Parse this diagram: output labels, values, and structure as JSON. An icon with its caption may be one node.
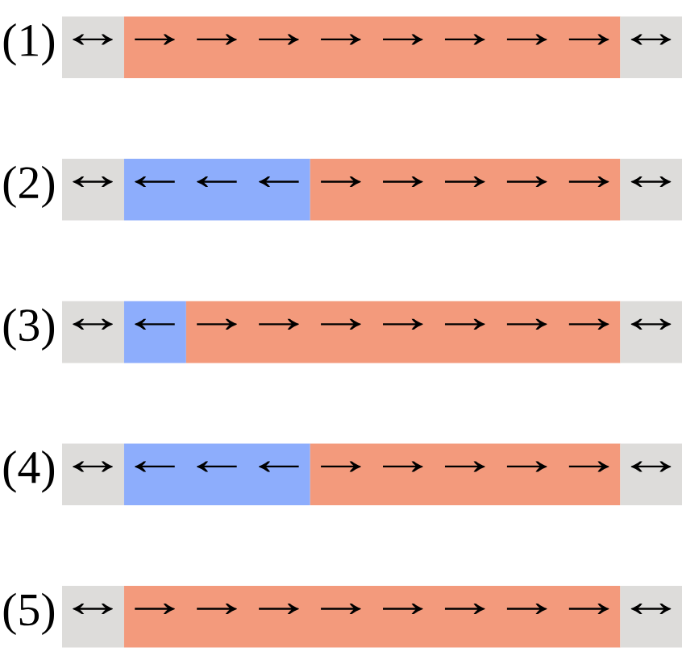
{
  "diagram": {
    "nodes": [
      {
        "text": [
          "↔"
        ]
      },
      {
        "text": [
          "→",
          "→",
          "→",
          "→",
          "→",
          "→",
          "→",
          "→"
        ]
      },
      {
        "text": [
          "↔"
        ]
      },
      {
        "text": [
          "↔"
        ]
      },
      {
        "text": [
          "←",
          "←",
          "←"
        ]
      },
      {
        "text": [
          "→",
          "→",
          "→",
          "→",
          "→"
        ]
      },
      {
        "text": [
          "↔"
        ]
      },
      {
        "text": [
          "↔"
        ]
      },
      {
        "text": [
          "←"
        ]
      },
      {
        "text": [
          "→",
          "→",
          "→",
          "→",
          "→",
          "→",
          "→"
        ]
      },
      {
        "text": [
          "↔"
        ]
      },
      {
        "text": [
          "↔"
        ]
      },
      {
        "text": [
          "←",
          "←",
          "←"
        ]
      },
      {
        "text": [
          "→",
          "→",
          "→",
          "→",
          "→"
        ]
      },
      {
        "text": [
          "↔"
        ]
      },
      {
        "text": [
          "↔"
        ]
      },
      {
        "text": [
          "→",
          "→",
          "→",
          "→",
          "→",
          "→",
          "→",
          "→"
        ]
      },
      {
        "text": [
          "↔"
        ]
      }
    ],
    "labels": [
      "(1)",
      "(2)",
      "(3)",
      "(4)",
      "(5)"
    ]
  }
}
